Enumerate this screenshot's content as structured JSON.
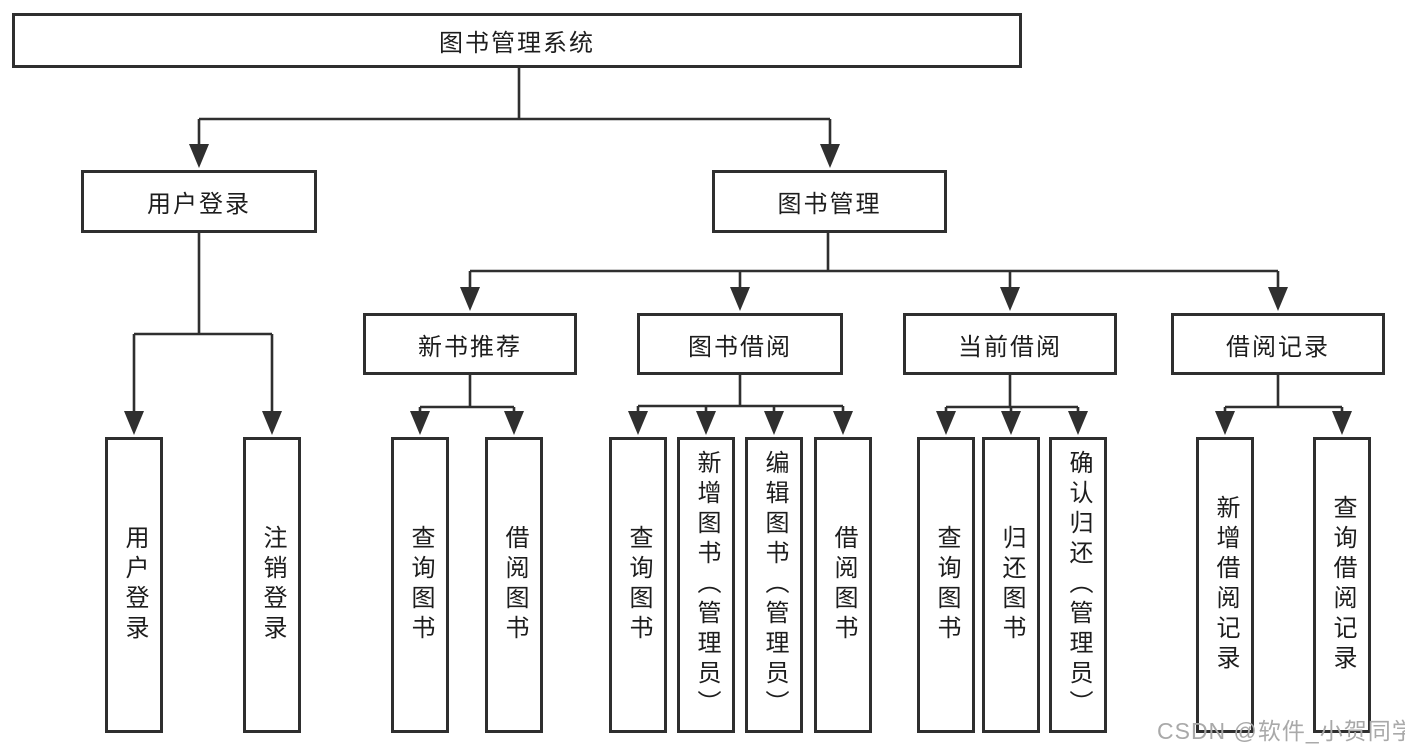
{
  "diagram": {
    "tree": {
      "label": "图书管理系统",
      "children": [
        {
          "label": "用户登录",
          "children": [
            {
              "label": "用户登录"
            },
            {
              "label": "注销登录"
            }
          ]
        },
        {
          "label": "图书管理",
          "children": [
            {
              "label": "新书推荐",
              "children": [
                {
                  "label": "查询图书"
                },
                {
                  "label": "借阅图书"
                }
              ]
            },
            {
              "label": "图书借阅",
              "children": [
                {
                  "label": "查询图书"
                },
                {
                  "label": "新增图书（管理员）"
                },
                {
                  "label": "编辑图书（管理员）"
                },
                {
                  "label": "借阅图书"
                }
              ]
            },
            {
              "label": "当前借阅",
              "children": [
                {
                  "label": "查询图书"
                },
                {
                  "label": "归还图书"
                },
                {
                  "label": "确认归还（管理员）"
                }
              ]
            },
            {
              "label": "借阅记录",
              "children": [
                {
                  "label": "新增借阅记录"
                },
                {
                  "label": "查询借阅记录"
                }
              ]
            }
          ]
        }
      ]
    }
  },
  "watermark": "CSDN @软件_小贺同学",
  "colors": {
    "line": "#2f2f2f",
    "box_border": "#2f2f2f",
    "text": "#1d1d1d",
    "background": "#ffffff",
    "watermark": "#a9a9a9"
  }
}
